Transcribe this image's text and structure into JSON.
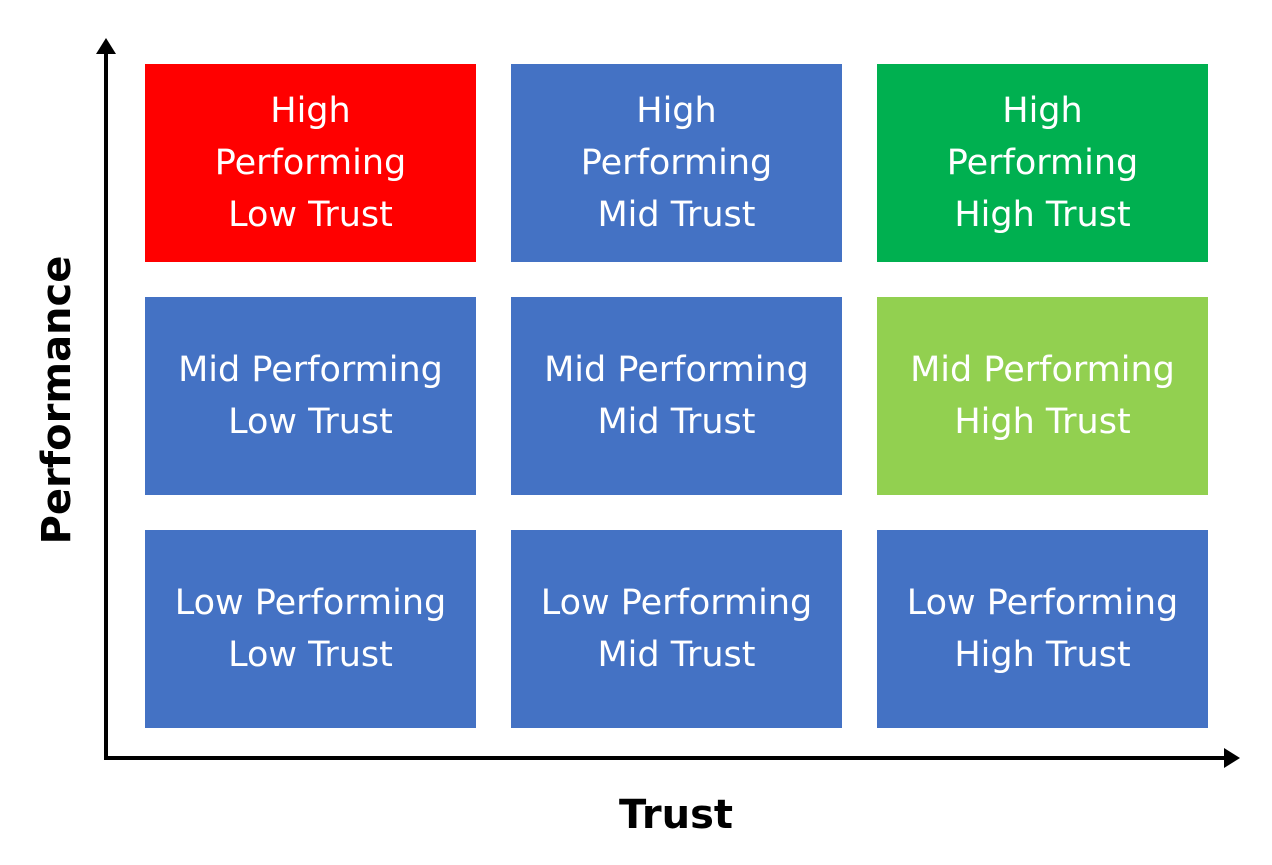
{
  "matrix": {
    "x_axis_label": "Trust",
    "y_axis_label": "Performance",
    "rows": [
      {
        "cells": [
          {
            "lines": [
              "High",
              "Performing",
              "Low Trust"
            ],
            "color": "#ff0000"
          },
          {
            "lines": [
              "High",
              "Performing",
              "Mid Trust"
            ],
            "color": "#4472c4"
          },
          {
            "lines": [
              "High",
              "Performing",
              "High Trust"
            ],
            "color": "#00b050"
          }
        ]
      },
      {
        "cells": [
          {
            "lines": [
              "Mid Performing",
              "Low Trust"
            ],
            "color": "#4472c4"
          },
          {
            "lines": [
              "Mid Performing",
              "Mid Trust"
            ],
            "color": "#4472c4"
          },
          {
            "lines": [
              "Mid Performing",
              "High Trust"
            ],
            "color": "#92d050"
          }
        ]
      },
      {
        "cells": [
          {
            "lines": [
              "Low Performing",
              "Low Trust"
            ],
            "color": "#4472c4"
          },
          {
            "lines": [
              "Low Performing",
              "Mid Trust"
            ],
            "color": "#4472c4"
          },
          {
            "lines": [
              "Low Performing",
              "High Trust"
            ],
            "color": "#4472c4"
          }
        ]
      }
    ]
  }
}
